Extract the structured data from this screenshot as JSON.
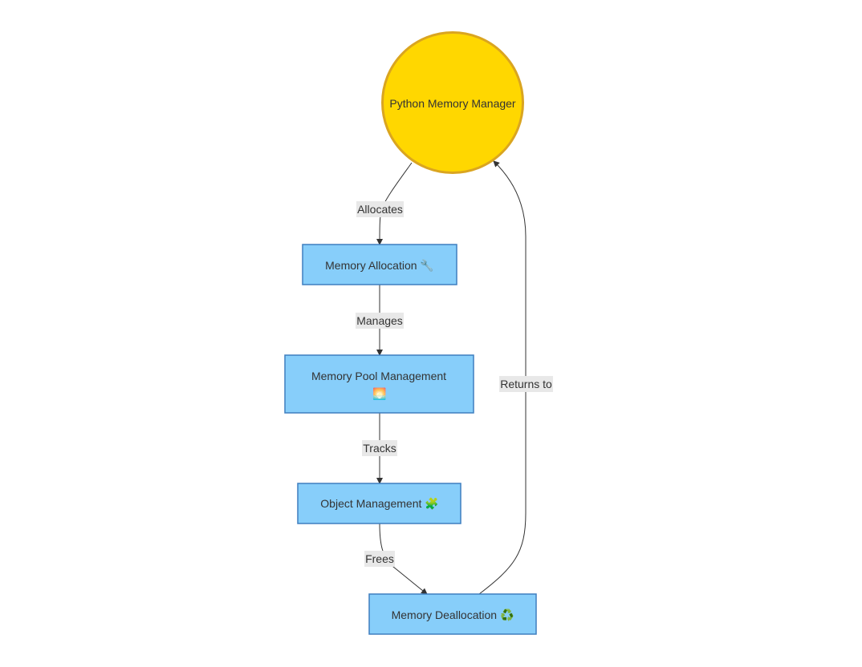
{
  "diagram": {
    "nodes": {
      "manager": {
        "label": "Python Memory Manager"
      },
      "allocation": {
        "label": "Memory Allocation",
        "icon": "🔧",
        "icon_name": "wrench-icon"
      },
      "pool": {
        "label": "Memory Pool Management",
        "icon": "🌅",
        "icon_name": "sunrise-icon"
      },
      "object": {
        "label": "Object Management",
        "icon": "🧩",
        "icon_name": "puzzle-piece-icon"
      },
      "dealloc": {
        "label": "Memory Deallocation",
        "icon": "♻️",
        "icon_name": "recycle-icon"
      }
    },
    "edges": {
      "allocates": "Allocates",
      "manages": "Manages",
      "tracks": "Tracks",
      "frees": "Frees",
      "returns_to": "Returns to"
    },
    "colors": {
      "circle_fill": "#ffd700",
      "circle_stroke": "#daa520",
      "box_fill": "#87cefa",
      "box_stroke": "#3f7fbf",
      "edge": "#333333",
      "label_bg": "#e8e8e8"
    }
  }
}
